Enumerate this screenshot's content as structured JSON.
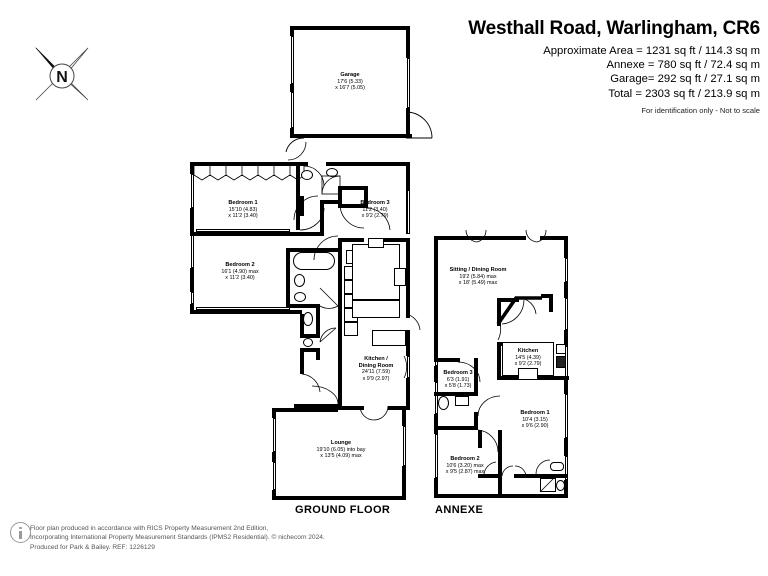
{
  "header": {
    "title": "Westhall Road, Warlingham, CR6",
    "areas": [
      "Approximate Area = 1231 sq ft / 114.3 sq m",
      "Annexe = 780 sq ft / 72.4 sq m",
      "Garage= 292 sq ft / 27.1 sq m",
      "Total = 2303 sq ft / 213.9 sq m"
    ],
    "disclaimer": "For identification only - Not to scale"
  },
  "compass": {
    "north_label": "N"
  },
  "floor_labels": {
    "ground": "GROUND FLOOR",
    "annexe": "ANNEXE"
  },
  "rooms": {
    "garage": {
      "name": "Garage",
      "dim1": "17'6 (5.33)",
      "dim2": "x 16'7 (5.05)"
    },
    "gf_bed1": {
      "name": "Bedroom 1",
      "dim1": "15'10 (4.83)",
      "dim2": "x 11'2 (3.40)"
    },
    "gf_bed2": {
      "name": "Bedroom 2",
      "dim1": "16'1 (4.90) max",
      "dim2": "x 11'2 (3.40)"
    },
    "gf_bed3": {
      "name": "Bedroom 3",
      "dim1": "11'2 (3.40)",
      "dim2": "x 9'2 (2.79)"
    },
    "gf_kitchen": {
      "name": "Kitchen /",
      "name2": "Dining Room",
      "dim1": "24'11 (7.59)",
      "dim2": "x 9'9 (2.97)"
    },
    "gf_lounge": {
      "name": "Lounge",
      "dim1": "19'10 (6.05) into bay",
      "dim2": "x 13'5 (4.09) max"
    },
    "an_sitting": {
      "name": "Sitting / Dining Room",
      "dim1": "19'2 (5.84) max",
      "dim2": "x 18' (5.49) max"
    },
    "an_kitchen": {
      "name": "Kitchen",
      "dim1": "14'5 (4.39)",
      "dim2": "x 9'2 (2.79)"
    },
    "an_bed1": {
      "name": "Bedroom 1",
      "dim1": "10'4 (3.15)",
      "dim2": "x 9'6 (2.90)"
    },
    "an_bed2": {
      "name": "Bedroom 2",
      "dim1": "10'6 (3.20) max",
      "dim2": "x 9'5 (2.87) max"
    },
    "an_bed3": {
      "name": "Bedroom 3",
      "dim1": "6'3 (1.91)",
      "dim2": "x 5'8 (1.73)"
    }
  },
  "footer": {
    "line1": "Floor plan produced in accordance with RICS Property Measurement 2nd Edition,",
    "line2": "Incorporating International Property Measurement Standards (IPMS2 Residential).   © nichecom 2024.",
    "line3": "Produced for Park & Bailey.   REF:  1226129"
  },
  "colors": {
    "ink": "#000000",
    "paper": "#ffffff",
    "muted": "#555555"
  }
}
